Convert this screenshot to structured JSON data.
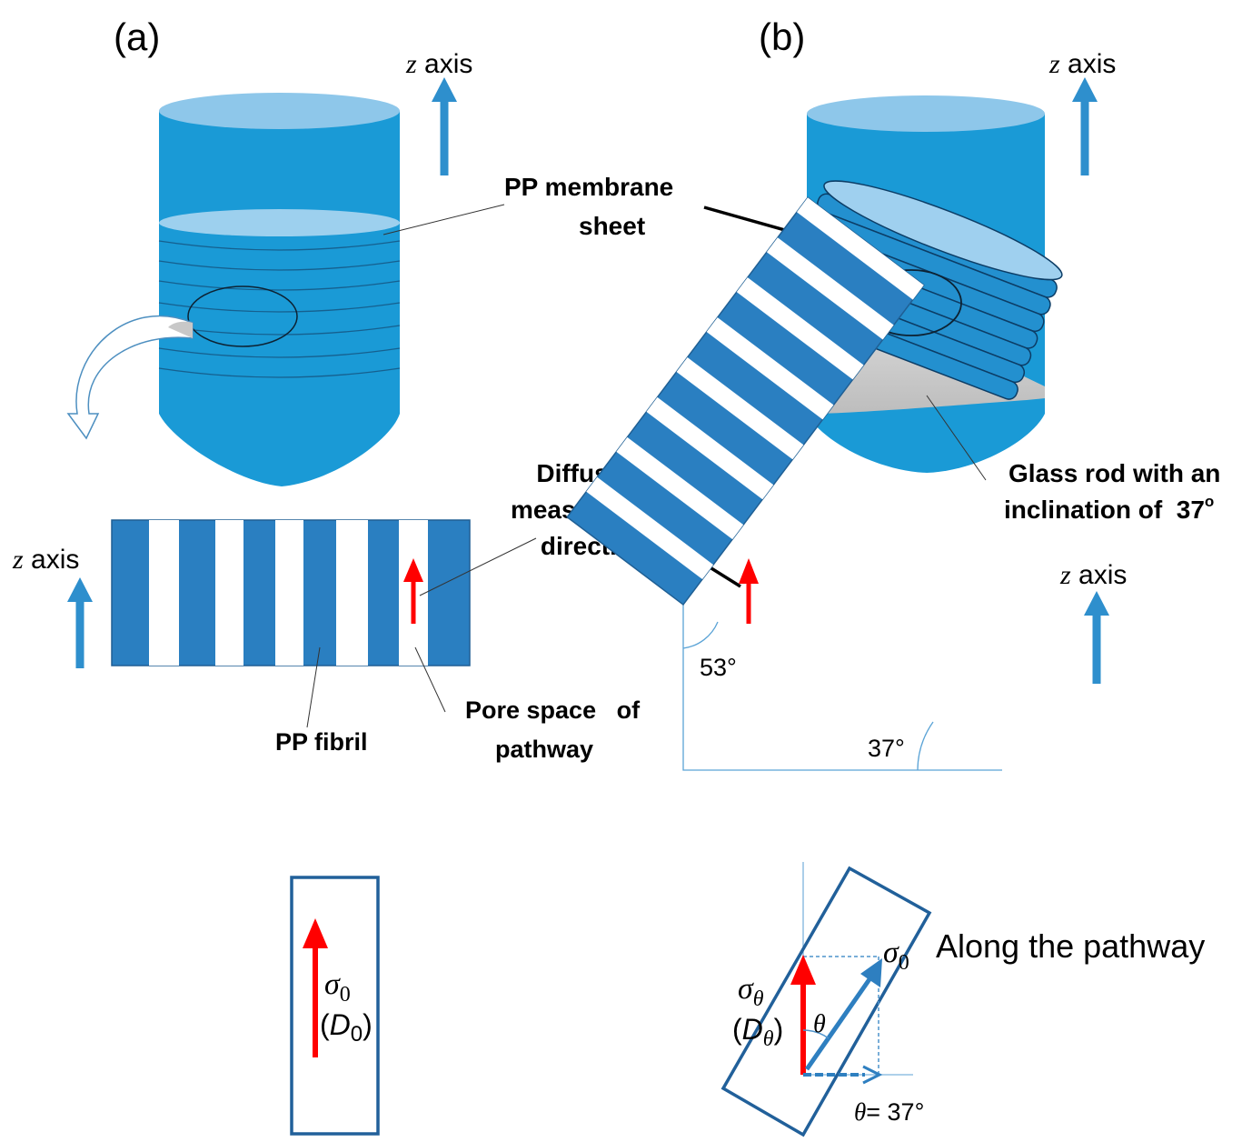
{
  "panels": {
    "a": {
      "label": "(a)"
    },
    "b": {
      "label": "(b)"
    }
  },
  "labels": {
    "z_letter": "z",
    "axis_word": " axis",
    "pp_membrane_line1": "PP membrane",
    "pp_membrane_line2": "sheet",
    "diffusion_line1": "Diffusion",
    "diffusion_line2": "measurement",
    "diffusion_line3": "direction",
    "glass_line1": "Glass rod with an",
    "glass_line2": "inclination of  37",
    "glass_degree": "o",
    "pp_fibril": "PP fibril",
    "pore_line1": "Pore space   of",
    "pore_line2": "pathway",
    "angle_53": "53°",
    "angle_37": "37°",
    "sigma": "σ",
    "sub_0": "0",
    "sub_theta": "θ",
    "d_open": "(",
    "d_letter": "D",
    "d_close": ")",
    "theta_symbol": "θ",
    "theta_eq": "= 37°",
    "along_pathway": "Along the pathway"
  },
  "geometry": {
    "inclination_deg": 37,
    "complement_deg": 53
  },
  "colors": {
    "cylinder_blue": "#1a9ad6",
    "cylinder_top": "#8ec7ea",
    "fibril_blue": "#2a7fc1",
    "outline_blue": "#21609a",
    "arrow_blue": "#2e8fcd",
    "arrow_red": "#ff0000",
    "glass_gray": "#c9c9c9"
  }
}
